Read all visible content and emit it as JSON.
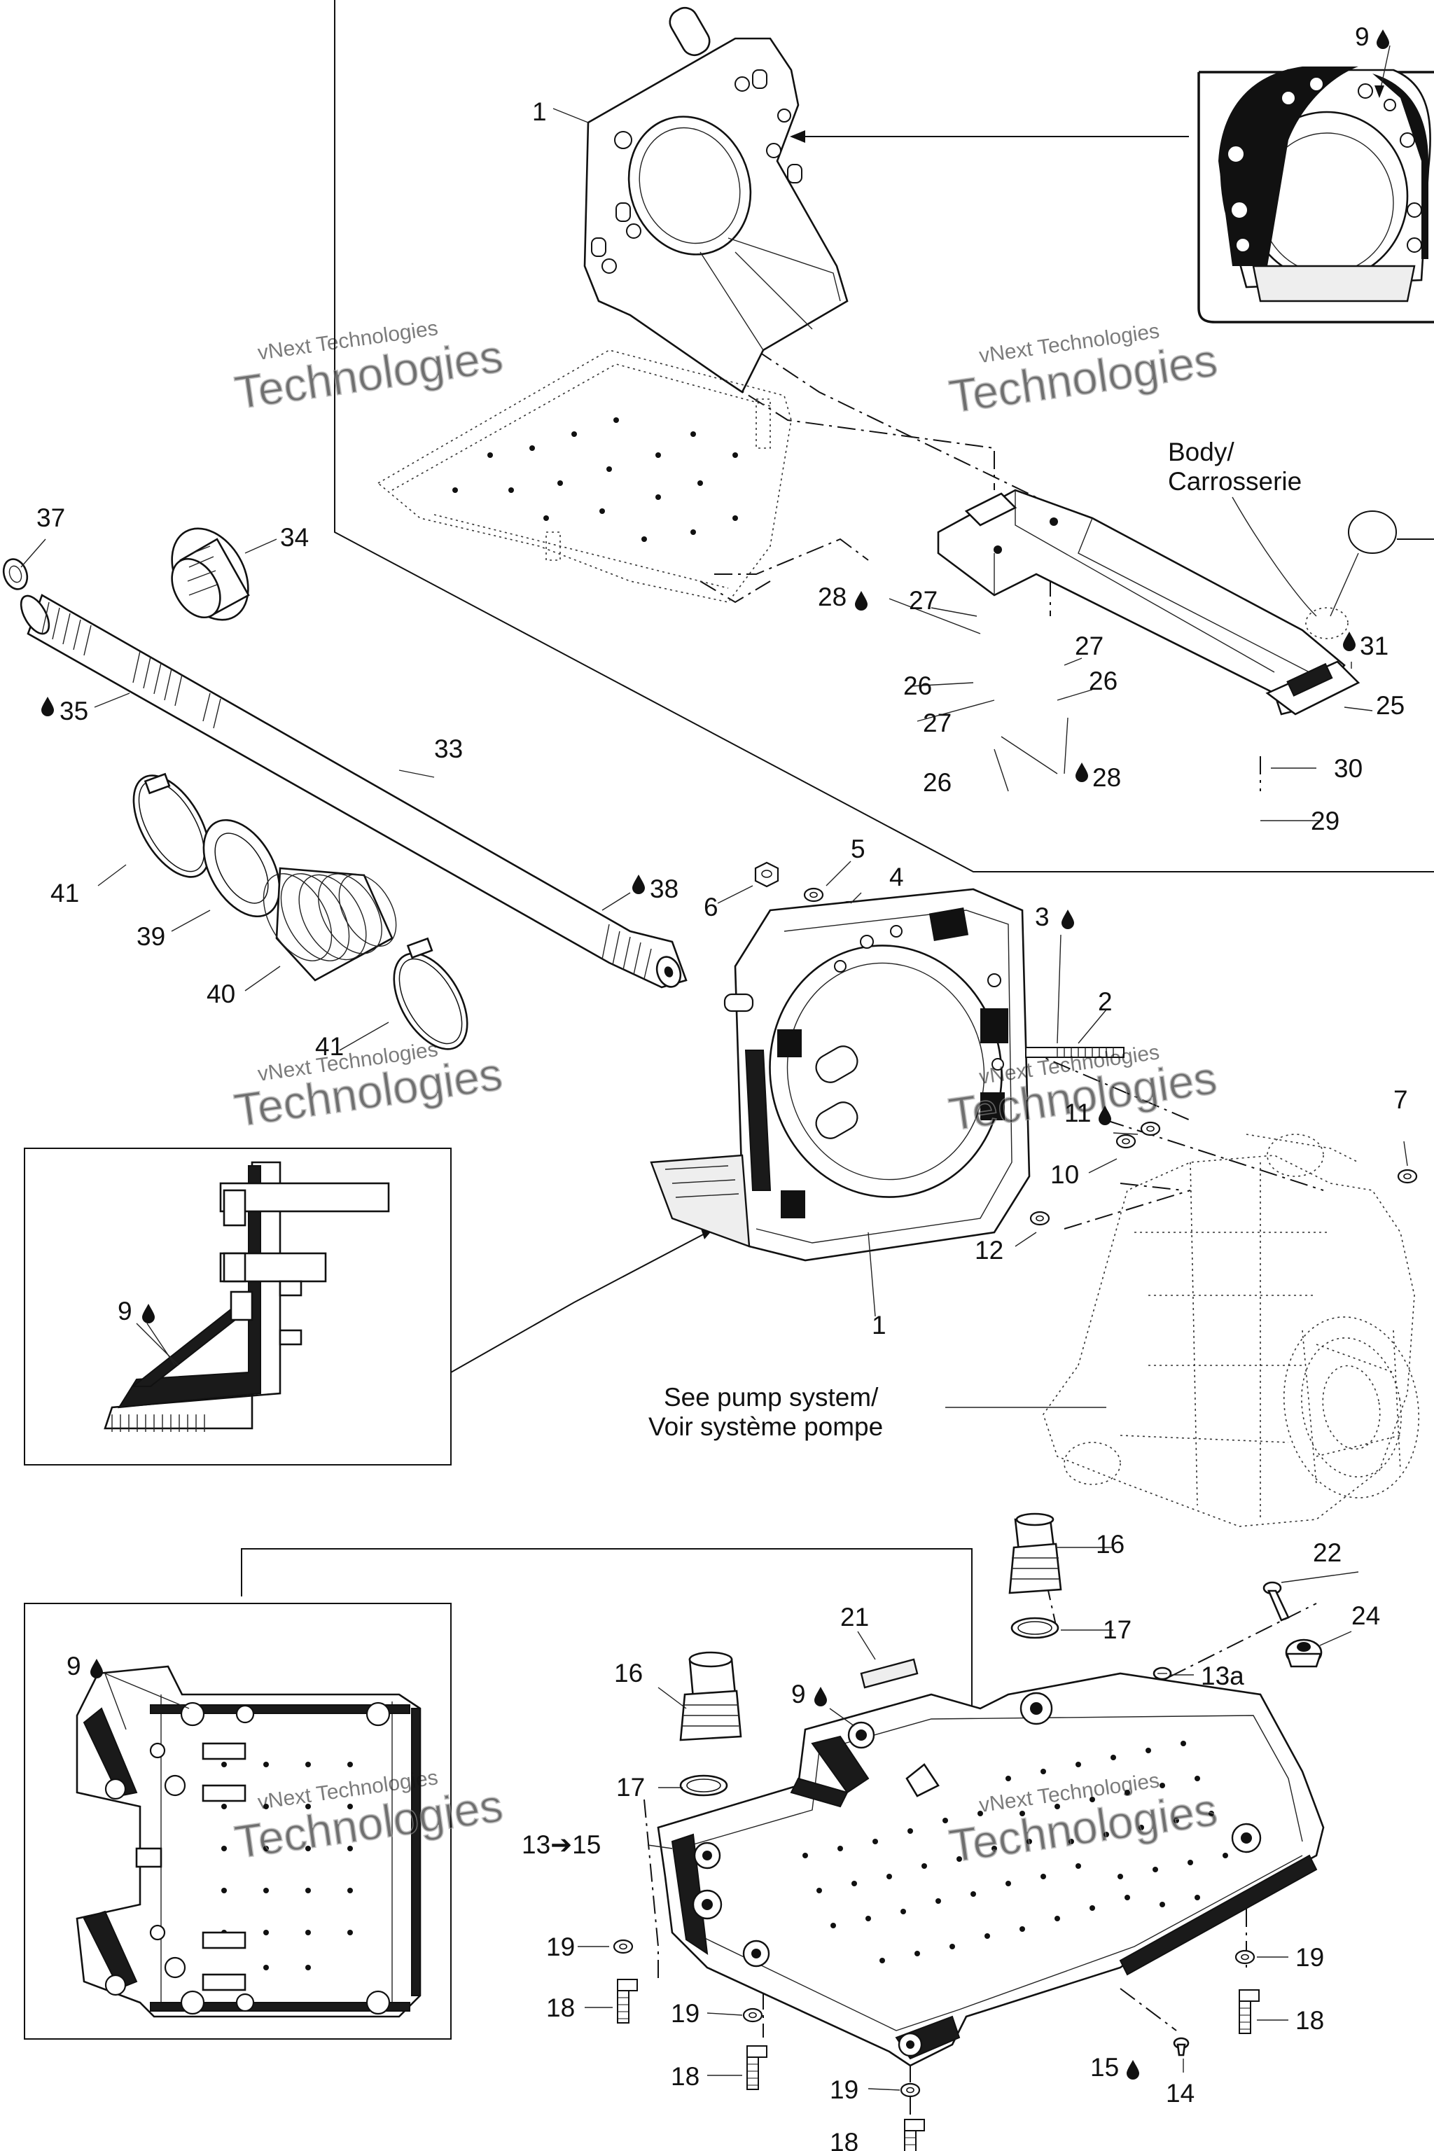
{
  "diagram": {
    "callouts": {
      "c1a": "1",
      "c1b": "1",
      "c2": "2",
      "c3": "3",
      "c4": "4",
      "c5": "5",
      "c6": "6",
      "c7": "7",
      "c9a": "9",
      "c9b": "9",
      "c9c": "9",
      "c9d": "9",
      "c10": "10",
      "c11": "11",
      "c12": "12",
      "c13a": "13a",
      "c13_15": "13➔15",
      "c14": "14",
      "c15": "15",
      "c16a": "16",
      "c16b": "16",
      "c17a": "17",
      "c17b": "17",
      "c18a": "18",
      "c18b": "18",
      "c18c": "18",
      "c18d": "18",
      "c19a": "19",
      "c19b": "19",
      "c19c": "19",
      "c19d": "19",
      "c21": "21",
      "c22": "22",
      "c24": "24",
      "c25": "25",
      "c26a": "26",
      "c26b": "26",
      "c26c": "26",
      "c27a": "27",
      "c27b": "27",
      "c27c": "27",
      "c28a": "28",
      "c28b": "28",
      "c29": "29",
      "c30": "30",
      "c31": "31",
      "c33": "33",
      "c34": "34",
      "c35": "35",
      "c37": "37",
      "c38": "38",
      "c39": "39",
      "c40": "40",
      "c41a": "41",
      "c41b": "41"
    },
    "notes": {
      "body_line1": "Body/",
      "body_line2": "Carrosserie",
      "pump_line1": "See pump system/",
      "pump_line2": "Voir système pompe"
    },
    "watermark": {
      "line1": "vNext Technologies",
      "line2": "Technologies"
    },
    "icons": {
      "adhesive": "drop-icon"
    }
  }
}
